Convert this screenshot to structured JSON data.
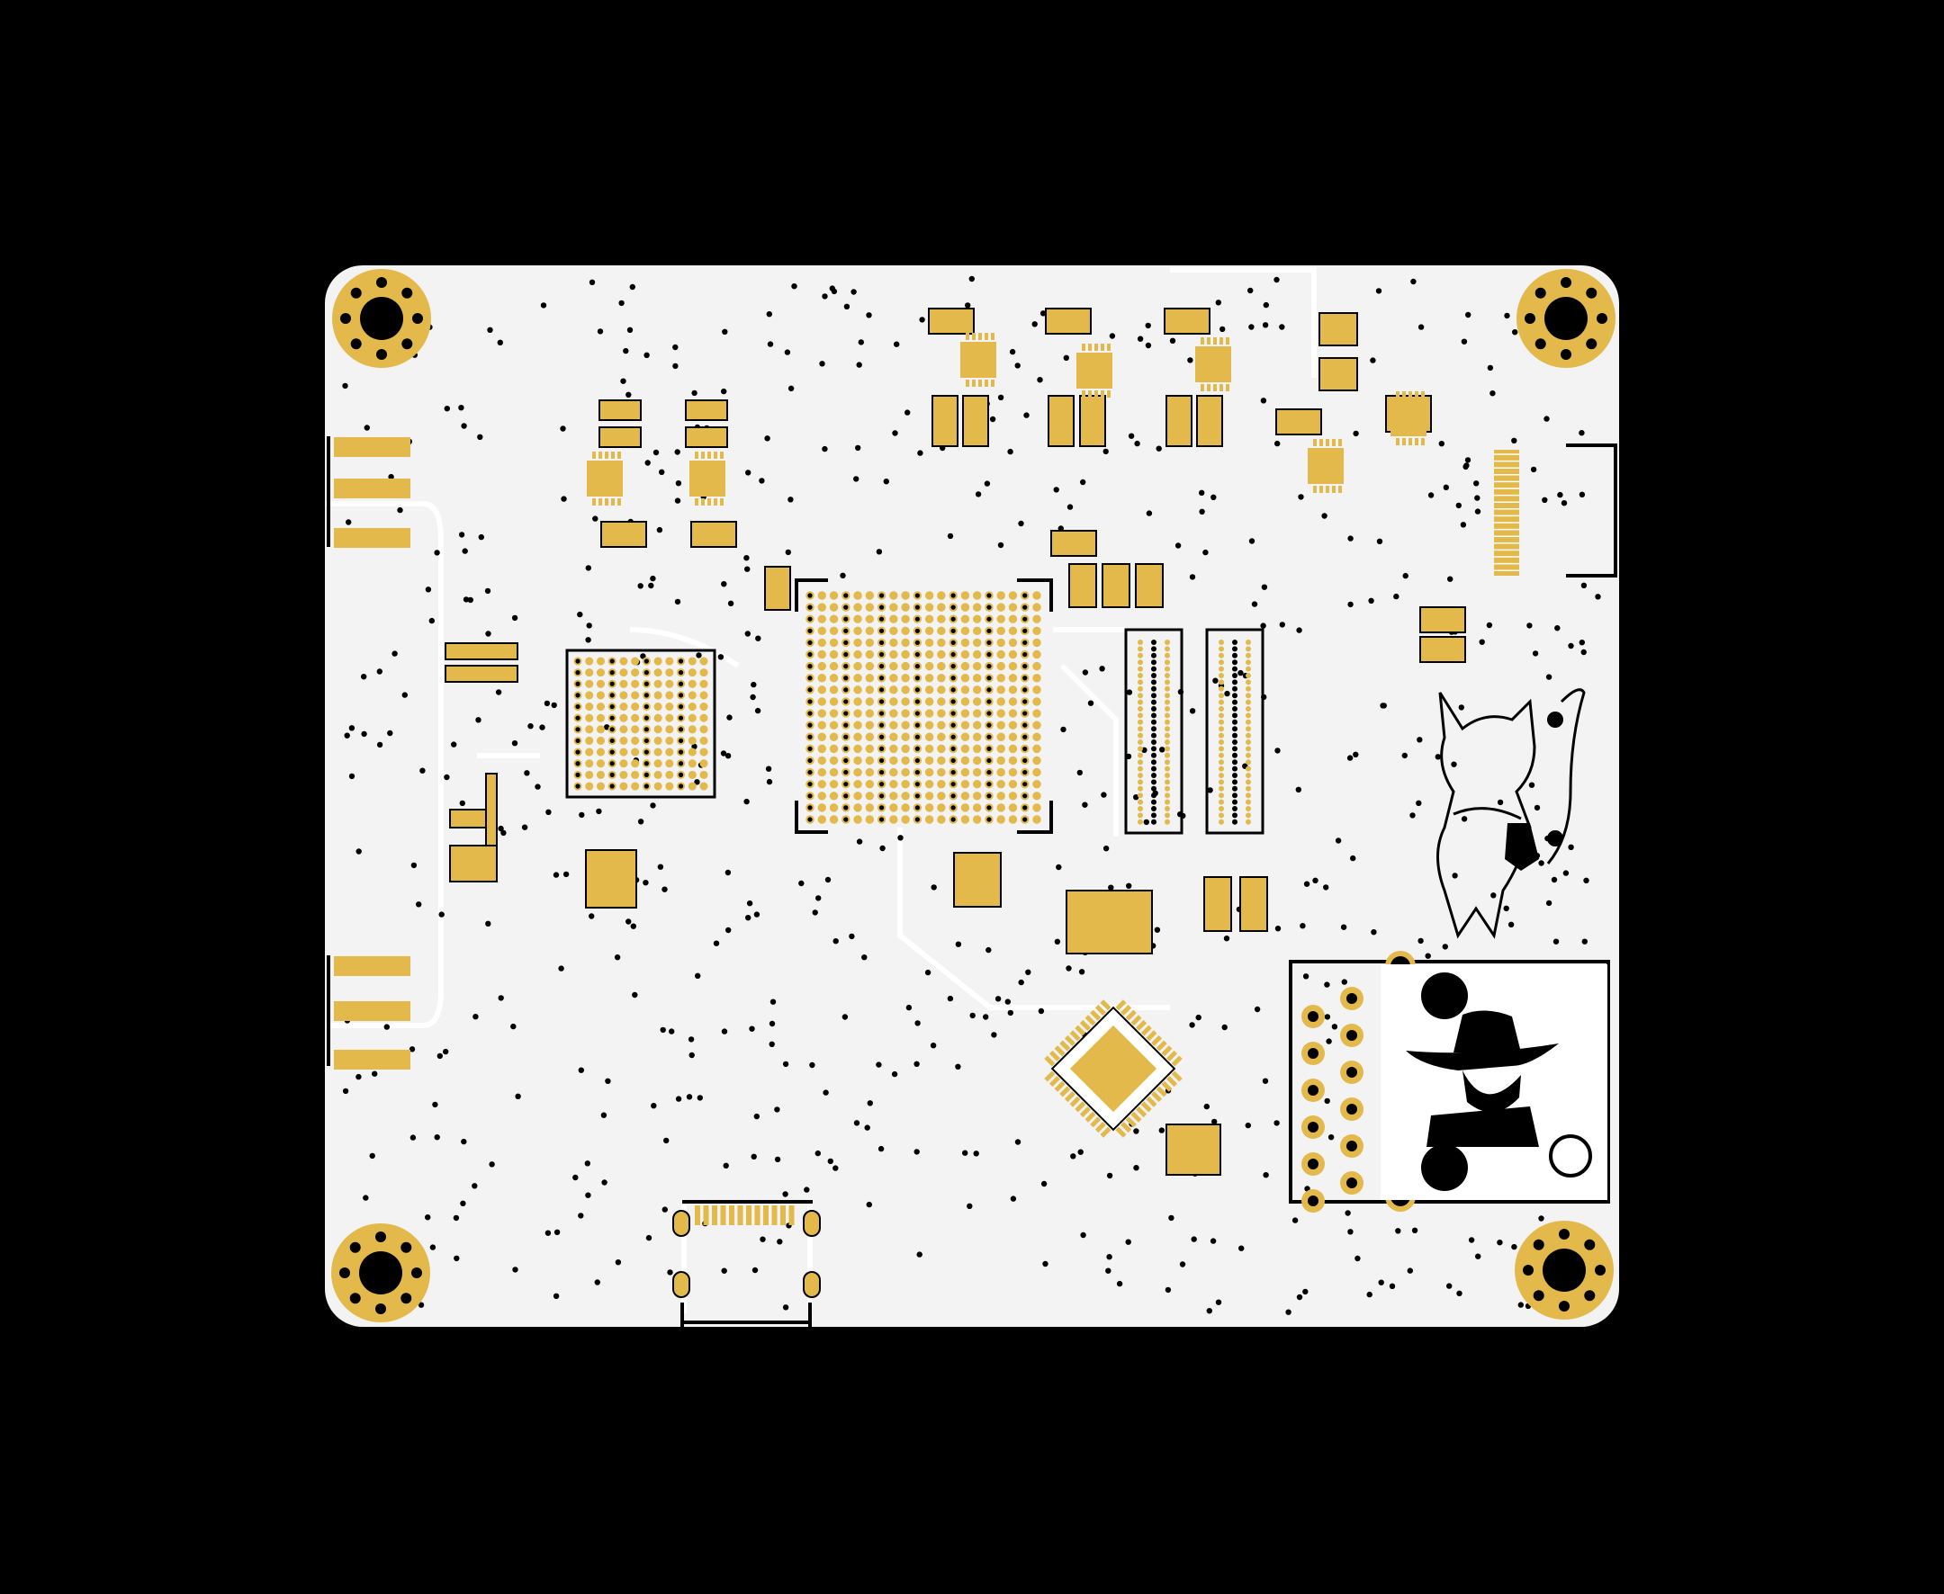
{
  "view": {
    "kind": "pcb-top-layer-render",
    "colors": {
      "background": "#000000",
      "board": "#f3f3f3",
      "copper_pad": "#e3b94c",
      "silkscreen": "#000000",
      "trace_outline": "#ffffff",
      "via": "#000000"
    }
  },
  "components": {
    "mounting_holes": 4,
    "main_bga": {
      "rows": 20,
      "cols": 20
    },
    "secondary_bga": {
      "rows": 12,
      "cols": 12
    },
    "ethernet_jack": {
      "icon": "ethernet-port-icon"
    },
    "usb_connector": {
      "icon": "usb-port-icon"
    },
    "artwork": [
      "cat-character-silkscreen-icon",
      "cowboy-character-silkscreen-icon"
    ]
  }
}
